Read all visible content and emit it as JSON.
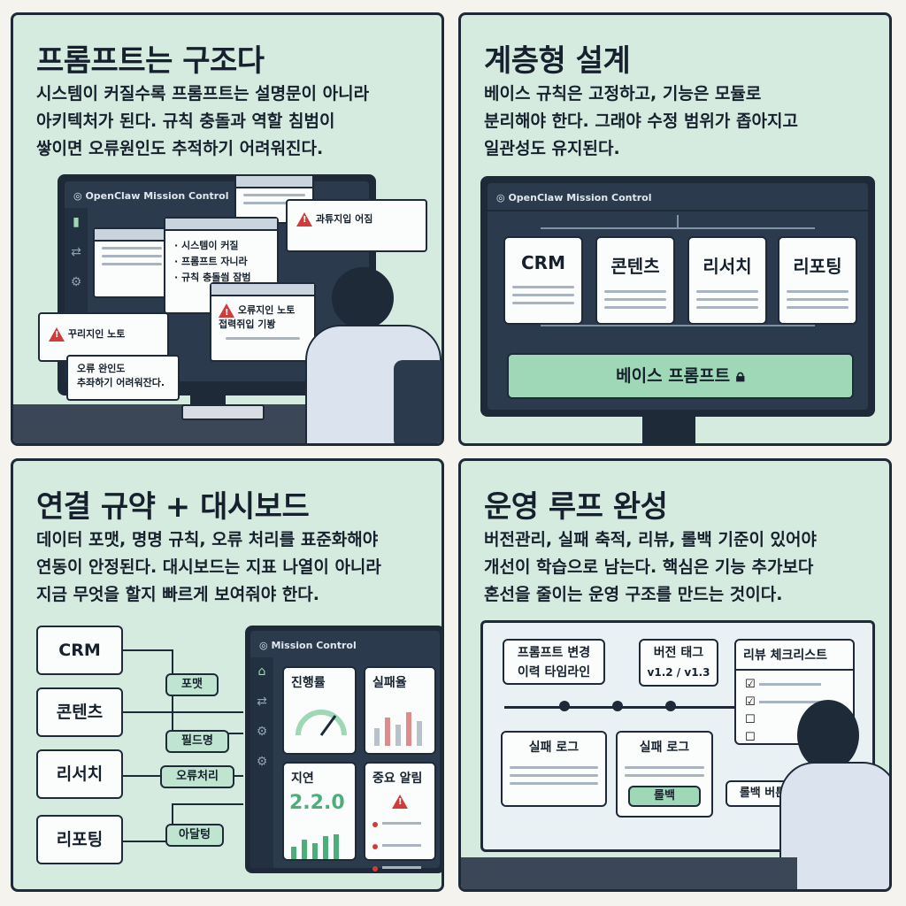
{
  "panels": [
    {
      "title": "프롬프트는 구조다",
      "body": "시스템이 커질수록 프롬프트는 설명문이 아니라\n아키텍처가 된다. 규칙 충돌과 역할 침범이\n쌓이면 오류원인도 추적하기 어려워진다.",
      "app_title": "OpenClaw Mission Control",
      "note_list": [
        "· 시스템이 커질",
        "· 프롬프트 자니라",
        "· 규칙 충돌씜 잠범"
      ],
      "note_warn1": "과튜지입 어짐",
      "note_warn2_line1": "오류지인 노토",
      "note_warn2_line2": "접력쥐입 기봥",
      "note_warn3": "꾸리지인 노토",
      "note_bottom_line1": "오류 완인도",
      "note_bottom_line2": "추좌하기 어려워잔다."
    },
    {
      "title": "계층형 설계",
      "body": "베이스 규칙은 고정하고, 기능은 모듈로\n분리해야 한다. 그래야 수정 범위가 좁아지고\n일관성도 유지된다.",
      "app_title": "OpenClaw Mission Control",
      "modules": [
        "CRM",
        "콘텐츠",
        "리서치",
        "리포팅"
      ],
      "base_label": "베이스 프롬프트"
    },
    {
      "title": "연결 규약 + 대시보드",
      "body": "데이터 포맷, 명명 규칙, 오류 처리를 표준화해야\n연동이 안정된다. 대시보드는 지표 나열이 아니라\n지금 무엇을 할지 빠르게 보여줘야 한다.",
      "sources": [
        "CRM",
        "콘텐츠",
        "리서치",
        "리포팅"
      ],
      "connectors": [
        "포맷",
        "필드명",
        "오류처리",
        "아달텅"
      ],
      "app_title": "Mission Control",
      "cards": {
        "progress": "진행률",
        "failure": "실패율",
        "latency": "지연",
        "latency_value": "2.2.0",
        "alerts": "중요 알림"
      }
    },
    {
      "title": "운영 루프 완성",
      "body": "버전관리, 실패 축적, 리뷰, 롤백 기준이 있어야\n개선이 학습으로 남는다. 핵심은 기능 추가보다\n혼선을 줄이는 운영 구조를 만드는 것이다.",
      "timeline_title_1": "프롬프트 변경",
      "timeline_title_2": "이력 타임라인",
      "version_tag": "버전 태그",
      "version_value": "v1.2 / v1.3",
      "checklist_title": "리뷰 체크리스트",
      "failure_log_1": "실패 로그",
      "failure_log_2": "실패 로그",
      "rollback": "롤백",
      "rollback_button": "롤백 버튼"
    }
  ],
  "colors": {
    "panel_bg": "#d6ebe0",
    "dark": "#1f2a38",
    "accent_green": "#9fd8b6",
    "alert_red": "#d33b3b"
  }
}
